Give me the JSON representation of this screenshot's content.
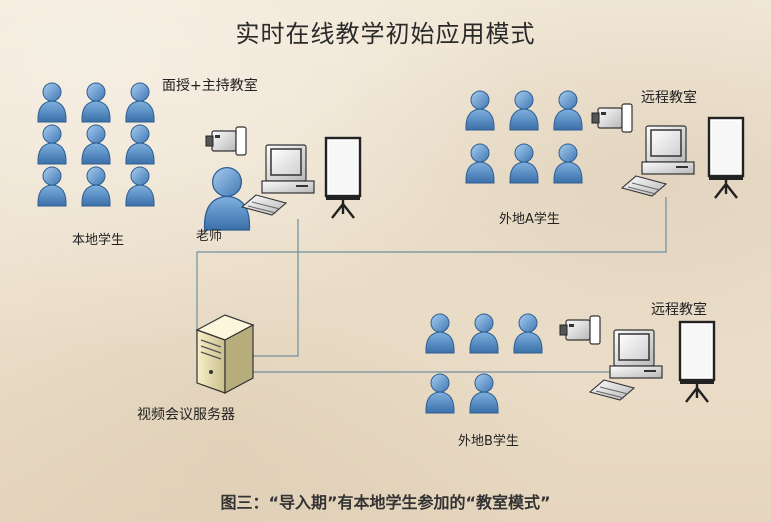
{
  "title": "实时在线教学初始应用模式",
  "caption": "图三：“导入期”有本地学生参加的“教室模式”",
  "labels": {
    "main_classroom": "面授+主持教室",
    "local_students": "本地学生",
    "teacher": "老师",
    "remote_classroom_a": "远程教室",
    "students_a": "外地A学生",
    "remote_classroom_b": "远程教室",
    "students_b": "外地B学生",
    "server": "视频会议服务器"
  },
  "colors": {
    "person": "#4f86bf",
    "person_light": "#8db7e0",
    "line": "#6f8fa0"
  }
}
